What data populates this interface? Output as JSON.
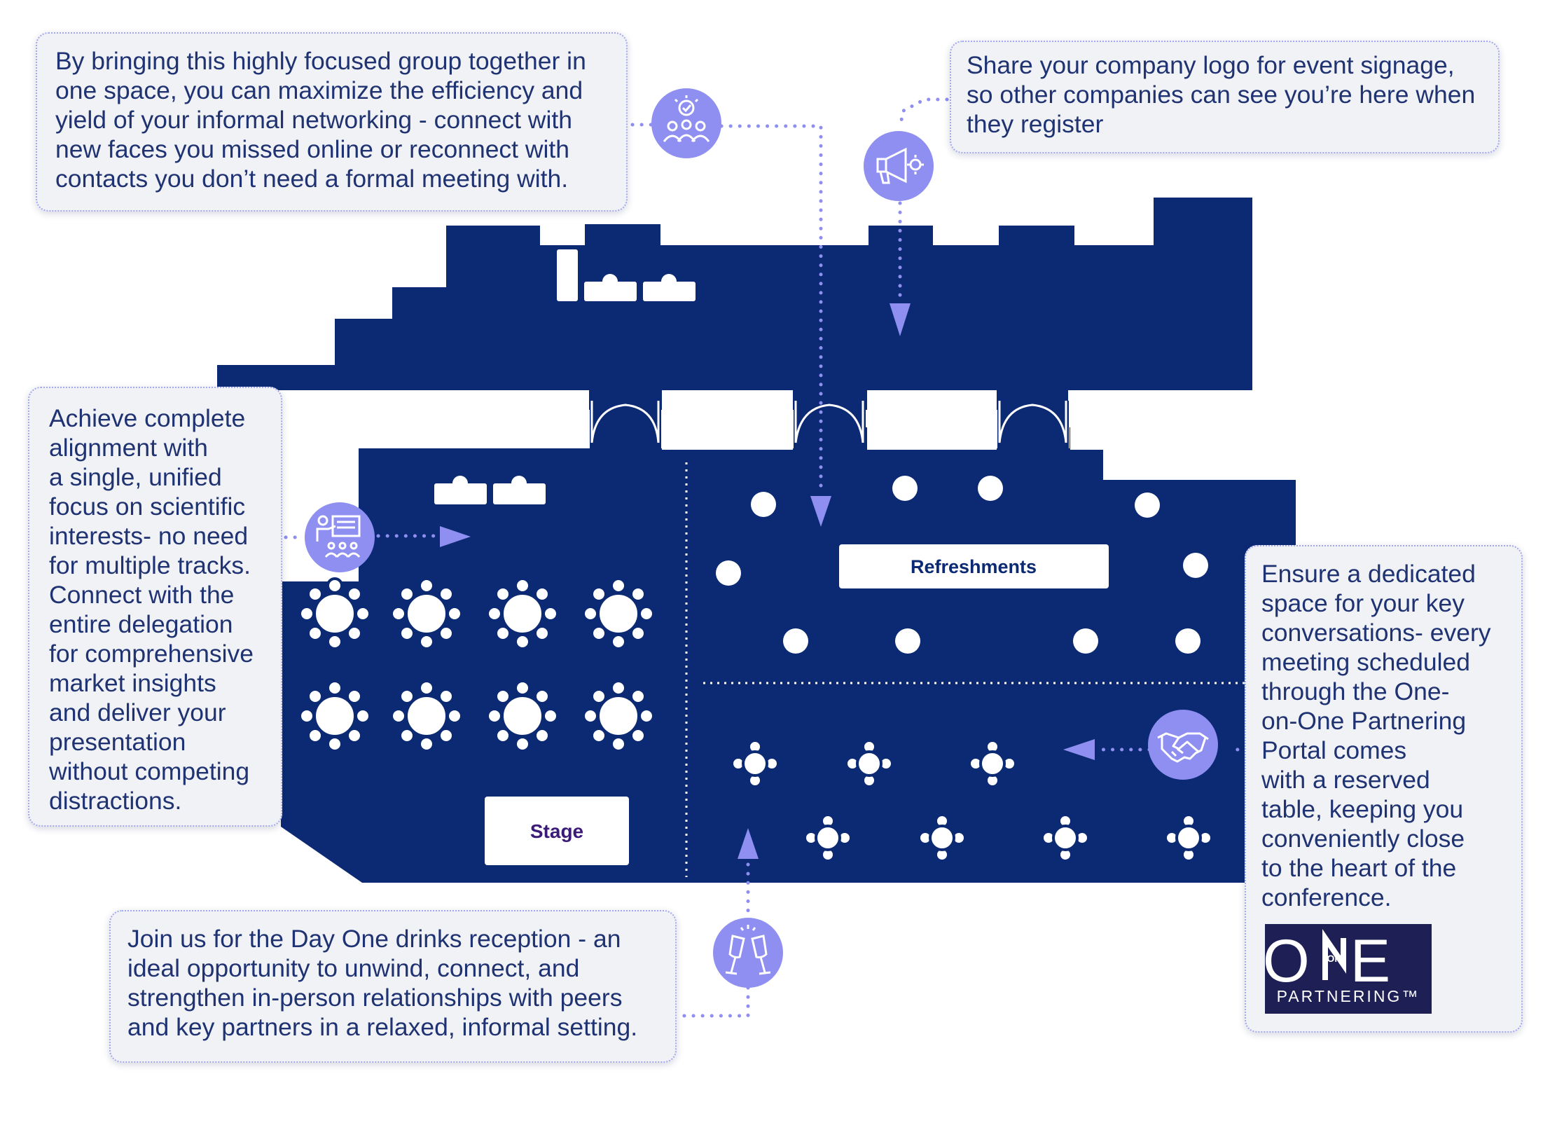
{
  "colors": {
    "navy": "#0b2a73",
    "accent": "#8e8ff0",
    "callout_bg": "#f1f2f6",
    "callout_border": "#a3a7ec",
    "text": "#1f3272",
    "logo_bg": "#1e1f54"
  },
  "callouts": {
    "networking": {
      "text": "By bringing this highly focused group together in\none space, you can maximize the efficiency  and\nyield of your informal networking - connect with\nnew faces you missed online or reconnect with\ncontacts you don’t need a formal meeting with.",
      "icon": "networking-people-icon"
    },
    "logo": {
      "text": "Share your company logo for event signage,\nso other companies can see you’re here when\nthey register",
      "icon": "megaphone-icon"
    },
    "single_focus": {
      "text": "Achieve complete\nalignment with\na single, unified\nfocus on scientific\ninterests- no need\nfor multiple tracks.\nConnect with the\nentire delegation\nfor comprehensive\nmarket insights\nand deliver your\npresentation\nwithout competing\ndistractions.",
      "icon": "presenter-icon"
    },
    "meetings": {
      "text": "Ensure a dedicated\nspace for your key\nconversations- every\nmeeting scheduled\nthrough the One-\non-One Partnering\nPortal comes\nwith a reserved\ntable, keeping you\nconveniently close\nto the heart of the\nconference.",
      "icon": "handshake-icon"
    },
    "drinks": {
      "text": "Join us for the Day One drinks reception - an\nideal opportunity to unwind, connect, and\nstrengthen in-person relationships with peers\nand key partners in a relaxed, informal setting.",
      "icon": "champagne-glasses-icon"
    }
  },
  "floorplan": {
    "refreshments_label": "Refreshments",
    "stage_label": "Stage"
  },
  "logo": {
    "main": "OE",
    "small": "ON",
    "sub": "PARTNERING™"
  }
}
